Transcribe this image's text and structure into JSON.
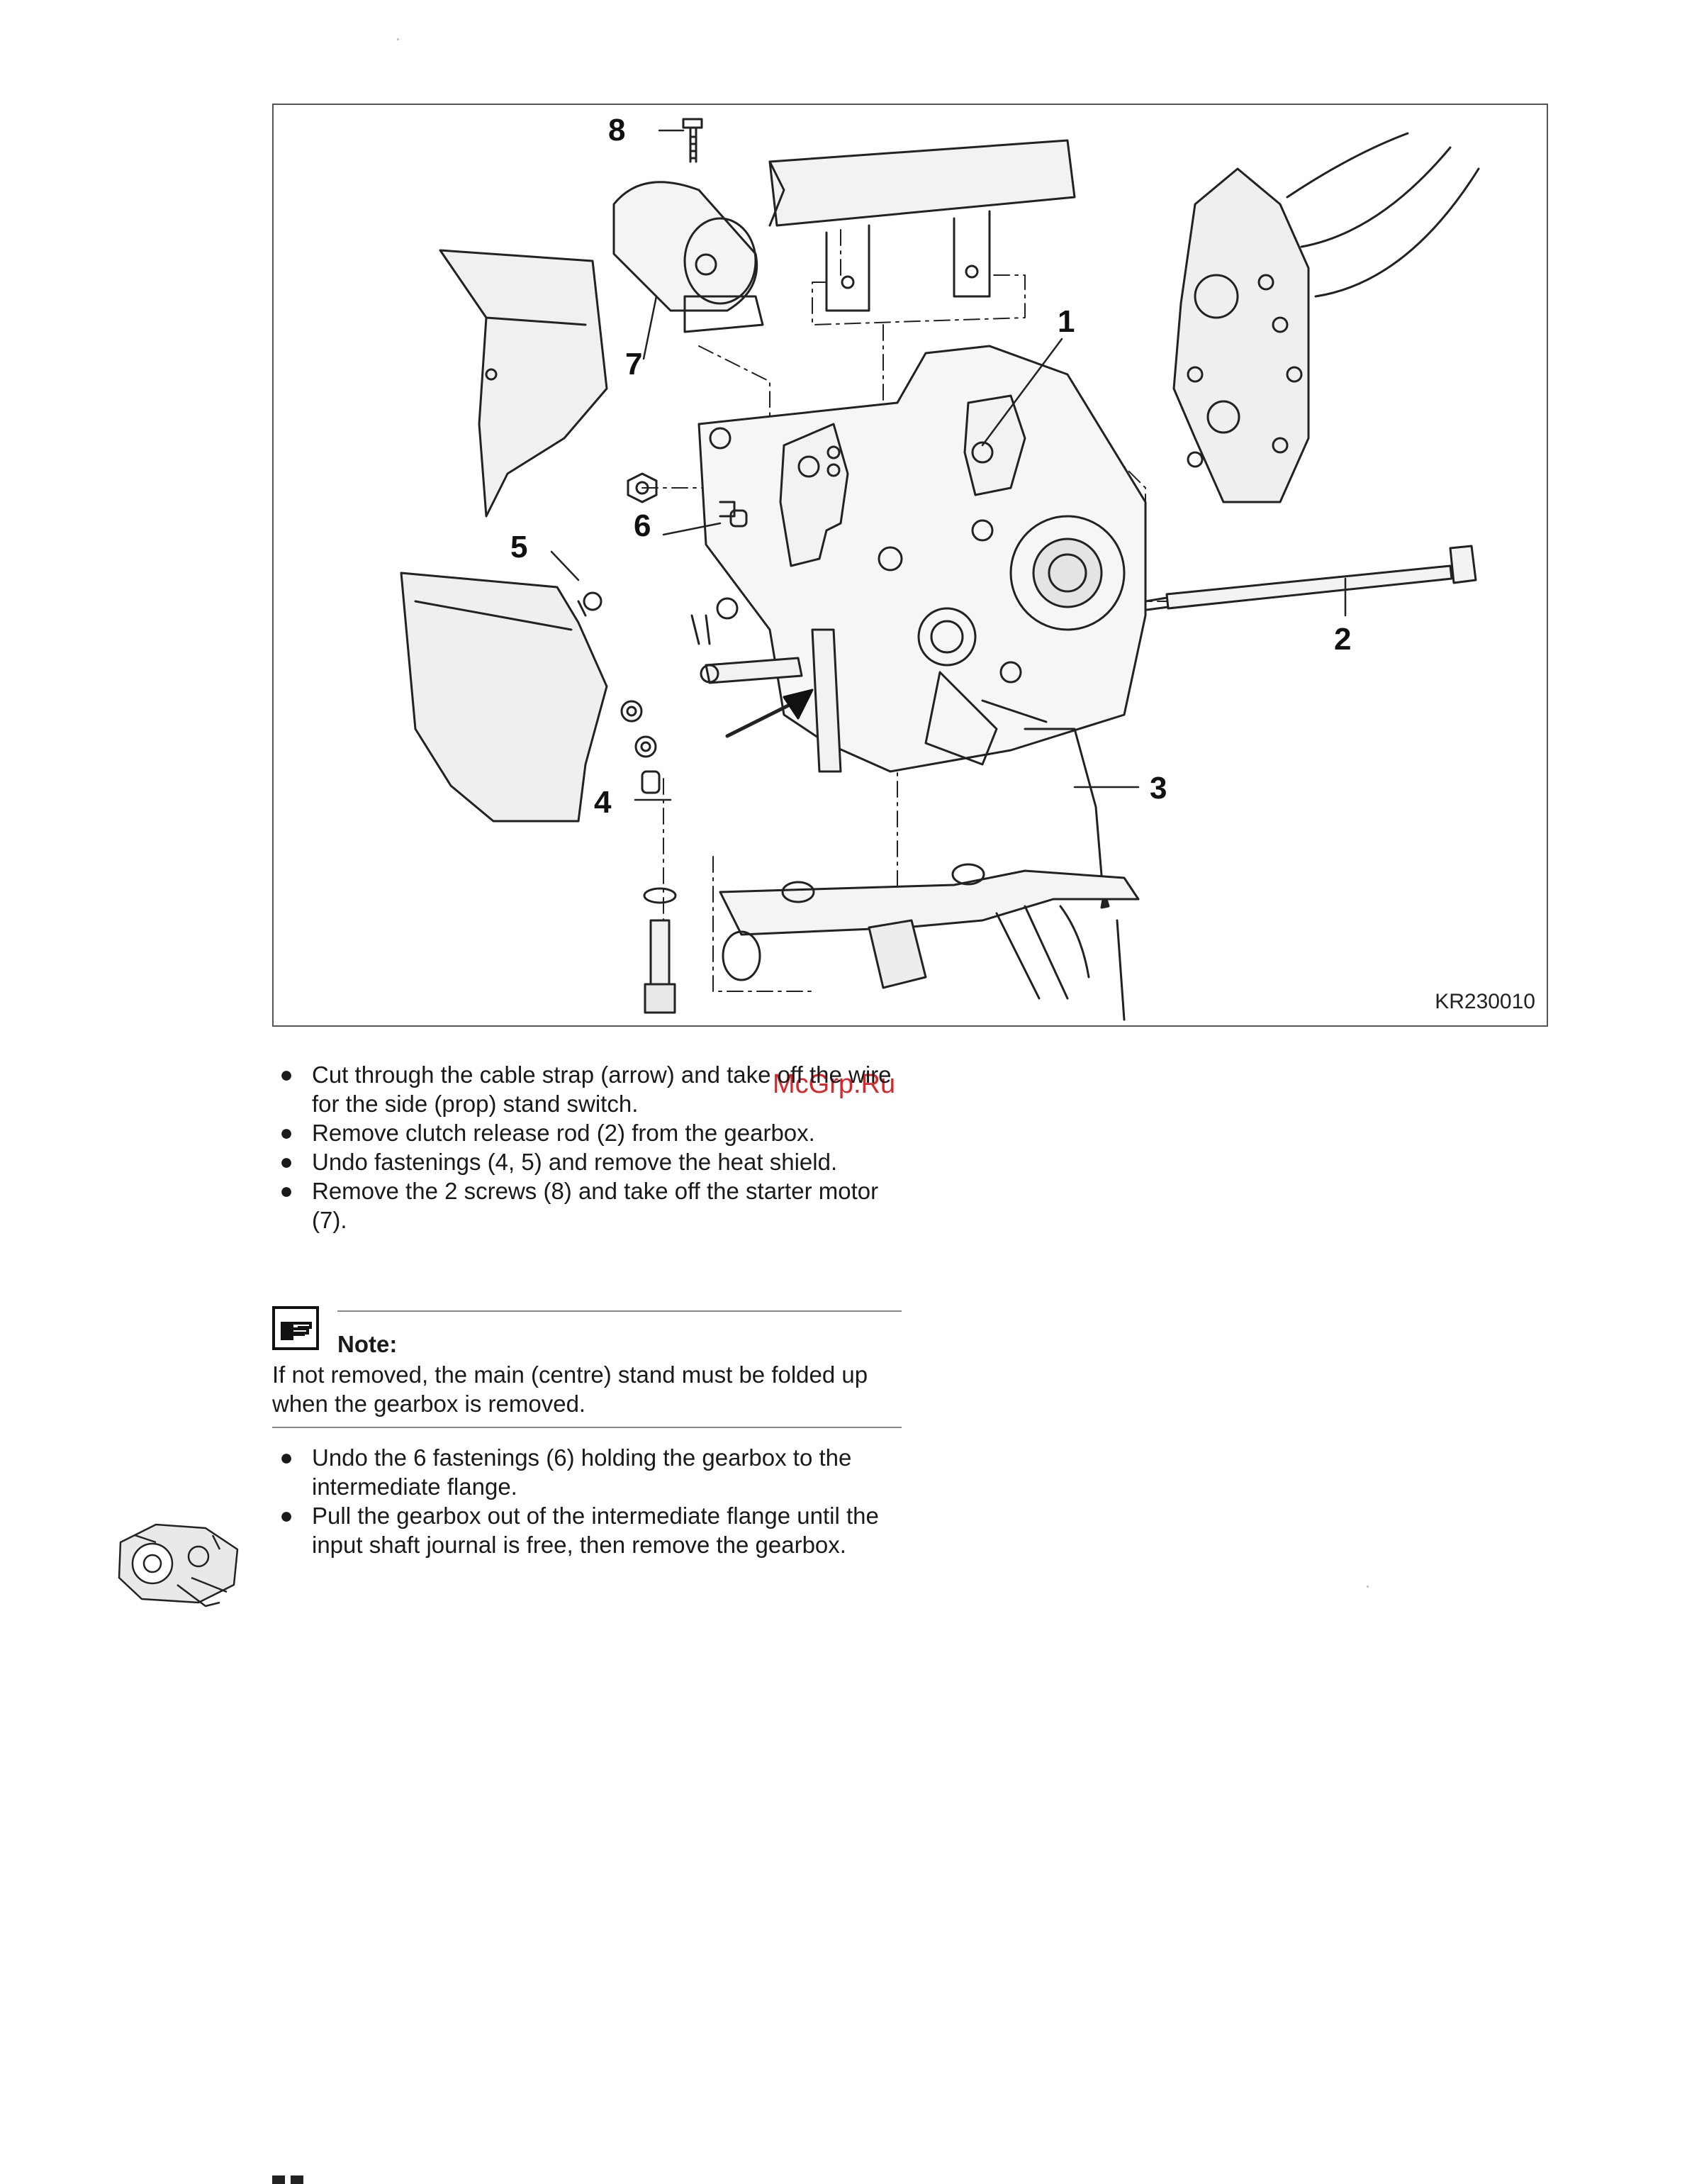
{
  "figure": {
    "id": "KR230010",
    "callouts": [
      "1",
      "2",
      "3",
      "4",
      "5",
      "6",
      "7",
      "8"
    ]
  },
  "watermark": "McGrp.Ru",
  "steps_a": [
    "Cut through the cable strap (arrow) and take off the wire for the side (prop) stand switch.",
    "Remove clutch release rod (2) from the gearbox.",
    "Undo fastenings (4, 5) and remove the heat shield.",
    "Remove the 2 screws (8) and take off the starter motor (7)."
  ],
  "note": {
    "title": "Note:",
    "text": "If not removed, the main (centre) stand must be folded up when the gearbox is removed."
  },
  "steps_b": [
    "Undo the 6 fastenings (6) holding the gearbox to the intermediate flange.",
    "Pull the gearbox out of the intermediate flange until the input shaft journal is free, then remove the gearbox."
  ],
  "icons": {
    "bullet": "bullet-dot-icon",
    "note": "note-hand-icon",
    "thumbnail": "gearbox-thumbnail-icon"
  }
}
